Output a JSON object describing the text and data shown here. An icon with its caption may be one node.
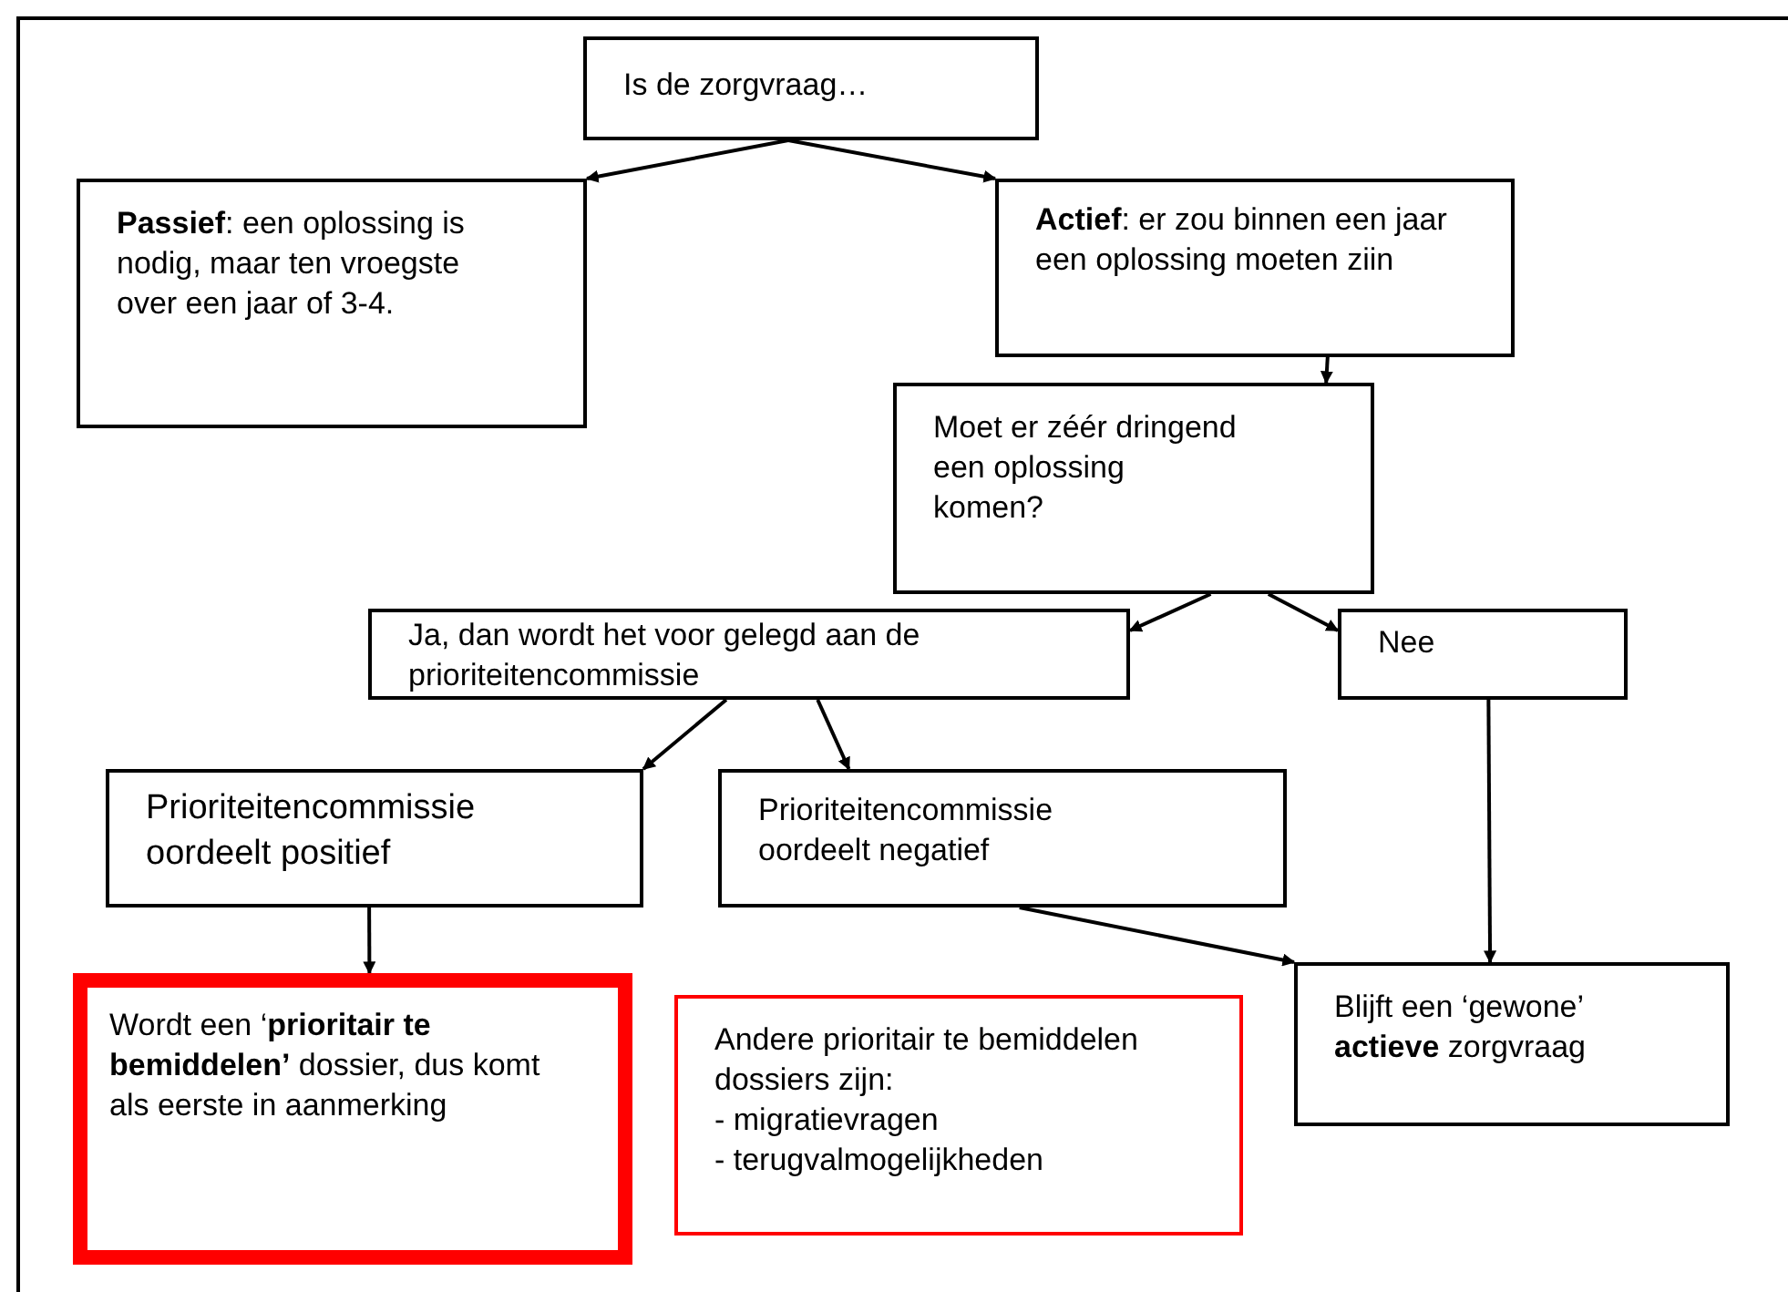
{
  "diagram": {
    "nodes": [
      {
        "text": [
          "Is de zorgvraag…"
        ]
      },
      {
        "text": [
          "**Passief**: een oplossing is nodig, maar ten vroegste over een jaar of 3-4."
        ]
      },
      {
        "text": [
          "**Actief**: er zou binnen een jaar een oplossing moeten ziin"
        ]
      },
      {
        "text": [
          "Moet er zéér dringend een oplossing komen?"
        ]
      },
      {
        "text": [
          "Ja, dan wordt het voor gelegd aan de prioriteitencommissie"
        ]
      },
      {
        "text": [
          "Nee"
        ]
      },
      {
        "text": [
          "Prioriteitencommissie oordeelt positief"
        ]
      },
      {
        "text": [
          "Prioriteitencommissie oordeelt negatief"
        ]
      },
      {
        "text": [
          "Wordt een ‘**prioritair te bemiddelen’** dossier, dus komt als eerste in aanmerking"
        ]
      },
      {
        "text": [
          "Andere prioritair te bemiddelen dossiers zijn:",
          "- migratievragen",
          "- terugvalmogelijkheden"
        ]
      },
      {
        "text": [
          "Blijft een ‘gewone’ **actieve** zorgvraag"
        ]
      }
    ],
    "edges": [
      {
        "from": 0,
        "to": 1,
        "arrow": "to"
      },
      {
        "from": 0,
        "to": 2,
        "arrow": "to"
      },
      {
        "from": 2,
        "to": 3,
        "arrow": "to"
      },
      {
        "from": 3,
        "to": 4,
        "arrow": "to"
      },
      {
        "from": 3,
        "to": 5,
        "arrow": "to"
      },
      {
        "from": 4,
        "to": 6,
        "arrow": "to"
      },
      {
        "from": 4,
        "to": 7,
        "arrow": "to"
      },
      {
        "from": 6,
        "to": 8,
        "arrow": "to"
      },
      {
        "from": 7,
        "to": 10,
        "arrow": "to"
      },
      {
        "from": 5,
        "to": 10,
        "arrow": "to"
      }
    ]
  }
}
